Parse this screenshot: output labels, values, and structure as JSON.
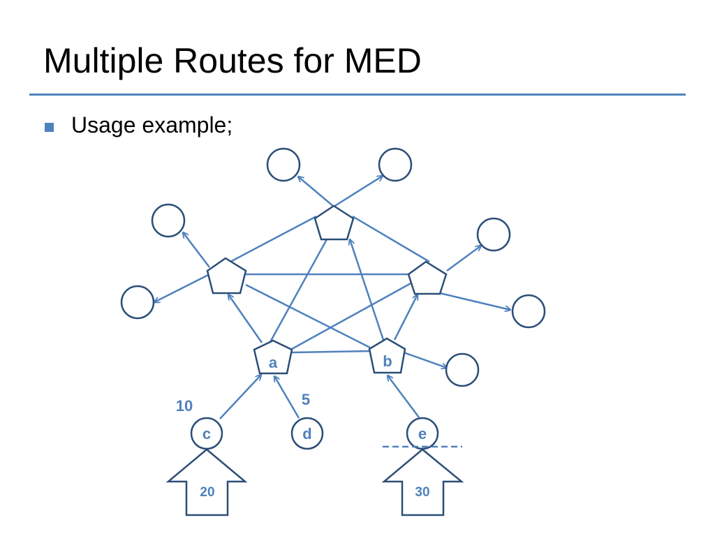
{
  "slide": {
    "title": "Multiple Routes for MED",
    "bullet": "Usage example;"
  },
  "diagram": {
    "router_labels": {
      "a": "a",
      "b": "b"
    },
    "host_labels": {
      "c": "c",
      "d": "d",
      "e": "e"
    },
    "med_labels": {
      "c": "10",
      "d": "5"
    },
    "arrow_values": {
      "left": "20",
      "right": "30"
    }
  },
  "colors": {
    "accent": "#4f81bd",
    "node_stroke": "#2b4e77"
  }
}
